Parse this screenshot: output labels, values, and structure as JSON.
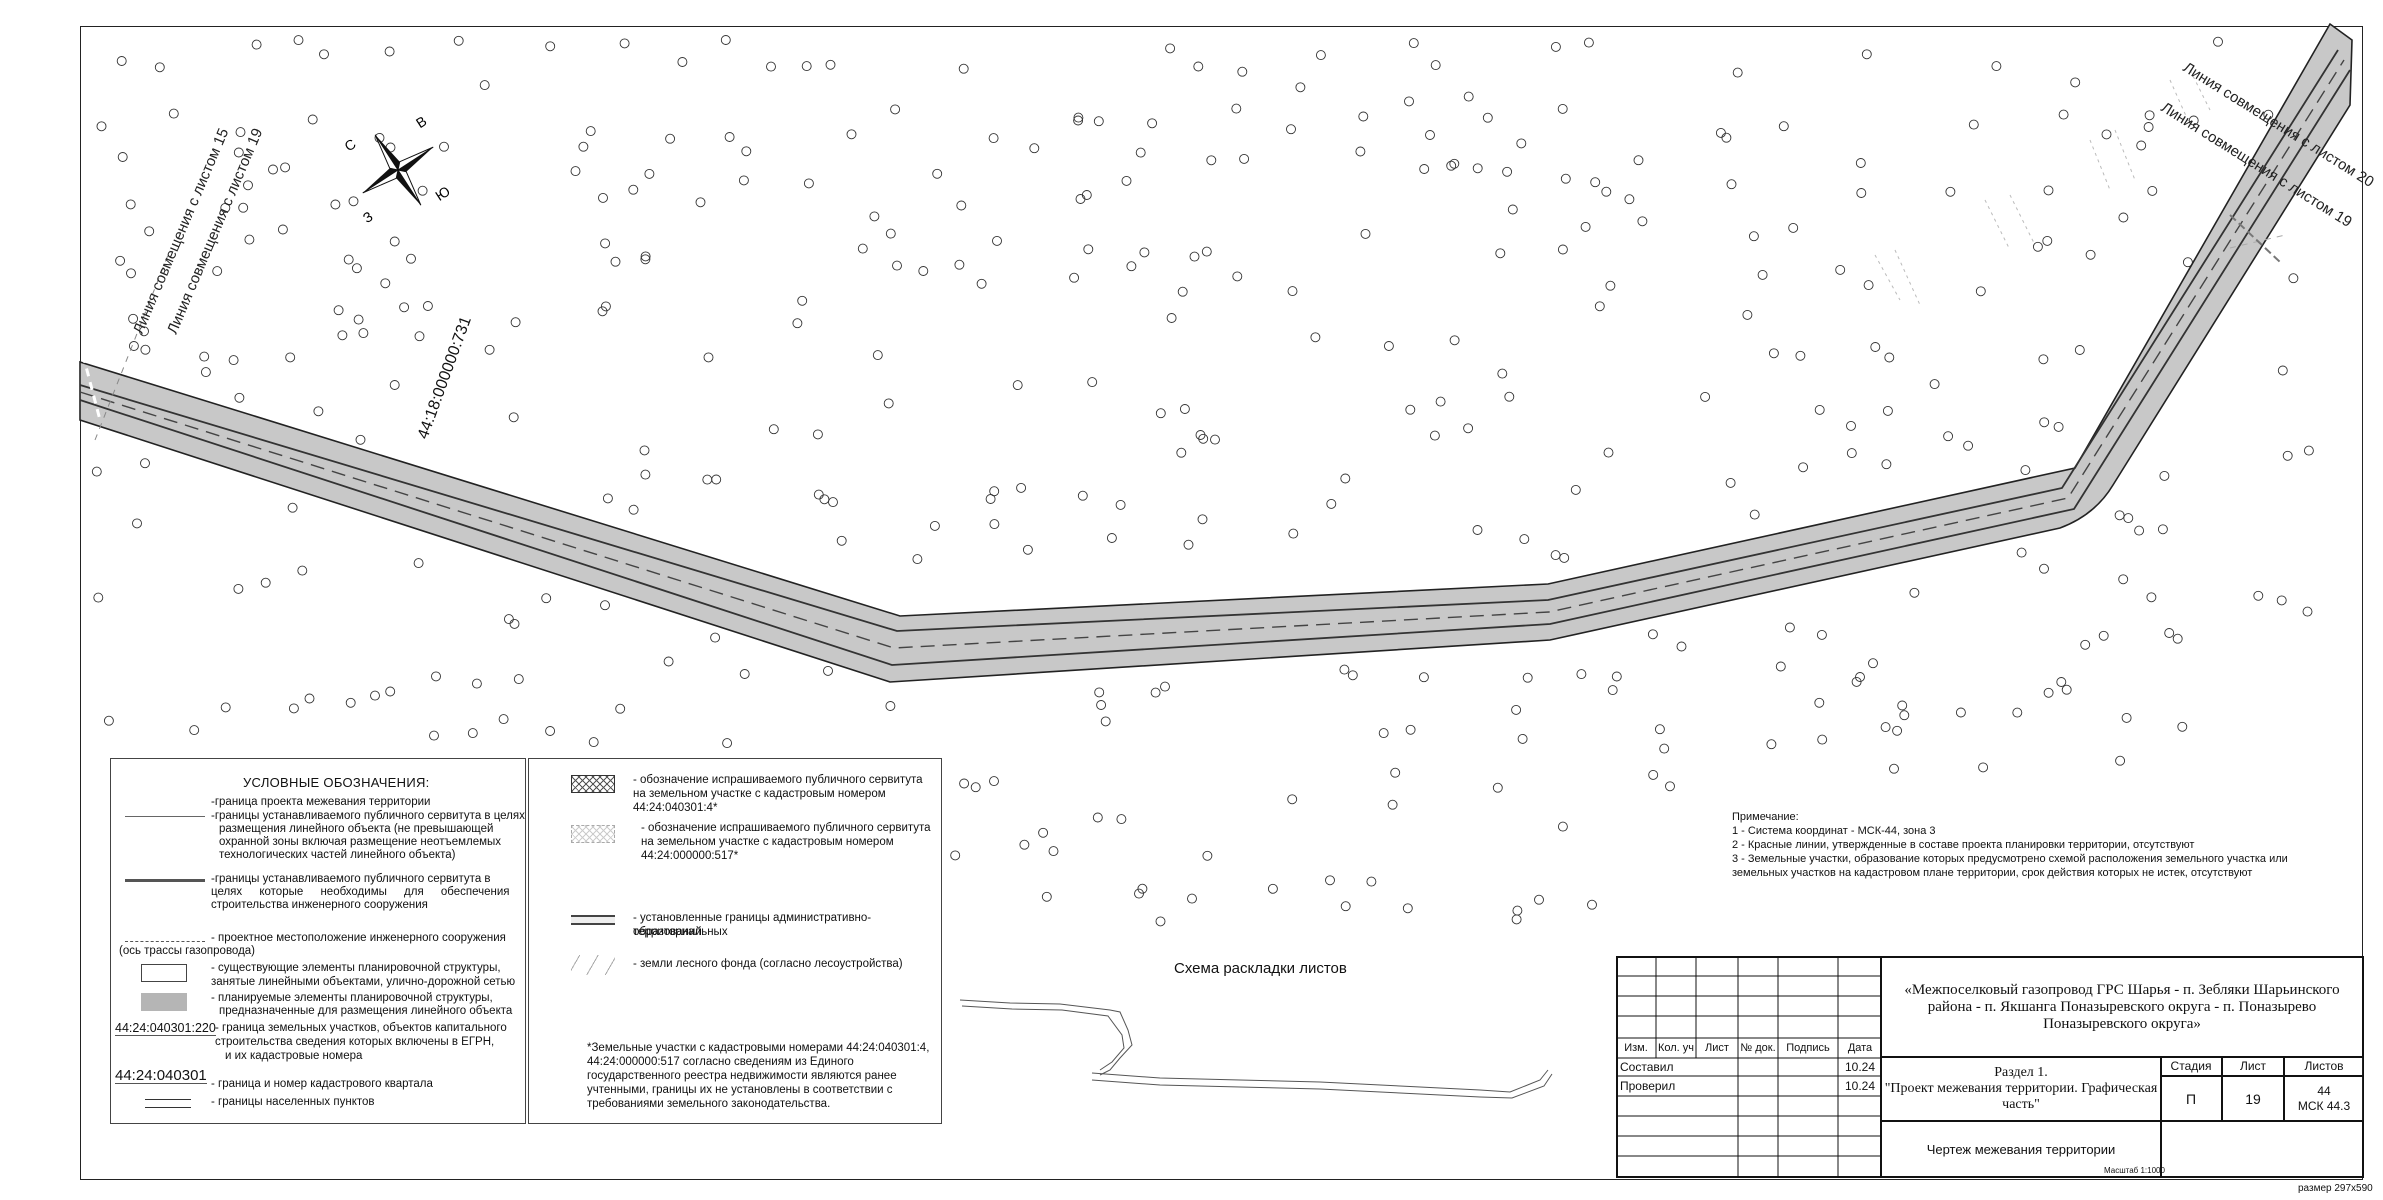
{
  "map": {
    "sheet_link_15": "Линия совмещения с листом 15",
    "sheet_link_19_left": "Линия совмещения с листом 19",
    "sheet_link_19_right": "Линия совмещения с листом 19",
    "sheet_link_20": "Линия совмещения с листом 20",
    "cadastral_label": "44:18:000000:731",
    "compass": {
      "north": "С",
      "east": "В",
      "south": "Ю",
      "west": "З"
    }
  },
  "legend": {
    "title": "УСЛОВНЫЕ ОБОЗНАЧЕНИЯ:",
    "items_left": [
      "-граница проекта межевания территории",
      "-границы устанавливаемого публичного сервитута в целях",
      "размещения линейного объекта (не превышающей",
      "охранной зоны включая размещение неотъемлемых",
      "технологических частей линейного объекта)",
      "-границы устанавливаемого публичного сервитута в",
      "целях которые необходимы для обеспечения",
      "строительства инженерного сооружения",
      "- проектное местоположение инженерного сооружения",
      "(ось трассы газопровода)",
      "- существующие элементы планировочной структуры,",
      "занятые линейными объектами, улично-дорожной сетью",
      "- планируемые элементы планировочной структуры,",
      "предназначенные для размещения линейного объекта",
      "- граница земельных участков, объектов капитального",
      "строительства сведения которых включены в ЕГРН,",
      "и их кадастровые номера",
      "- граница и номер кадастрового квартала",
      "- границы населенных пунктов"
    ],
    "parcel_number": "44:24:040301:220",
    "quarter_number": "44:24:040301",
    "items_right": [
      "- обозначение испрашиваемого публичного сервитута",
      "на земельном участке с кадастровым номером",
      "44:24:040301:4*",
      "- обозначение испрашиваемого публичного сервитута",
      "на земельном участке с кадастровым номером",
      "44:24:000000:517*",
      "- установленные границы административно-территориальных",
      "образований",
      "- земли лесного фонда (согласно лесоустройства)"
    ],
    "footnote": [
      "*Земельные участки с кадастровыми номерами 44:24:040301:4,",
      "44:24:000000:517 согласно сведениям из Единого",
      "государственного реестра недвижимости являются ранее",
      "учтенными, границы их не установлены в соответствии с",
      "требованиями земельного законодательства."
    ]
  },
  "notes": {
    "title": "Примечание:",
    "lines": [
      "1 - Система координат - МСК-44, зона 3",
      "2 - Красные линии, утвержденные в составе проекта планировки территории, отсутствуют",
      "3 - Земельные участки, образование которых предусмотрено схемой расположения земельного участка или",
      "земельных участков на кадастровом плане территории, срок действия которых не истек, отсутствуют"
    ]
  },
  "scheme": {
    "title": "Схема раскладки листов"
  },
  "stamp": {
    "project_title": "«Межпоселковый газопровод ГРС Шарья - п. Зебляки Шарьинского района - п. Якшанга Поназыревского округа - п. Поназырево Поназыревского округа»",
    "col_headers": [
      "Изм.",
      "Кол. уч",
      "Лист",
      "№ док.",
      "Подпись",
      "Дата"
    ],
    "rows": [
      {
        "role": "Составил",
        "date": "10.24"
      },
      {
        "role": "Проверил",
        "date": "10.24"
      }
    ],
    "section": "Раздел 1.\n\"Проект межевания территории. Графическая часть\"",
    "stage_label": "Стадия",
    "sheet_label": "Лист",
    "sheets_label": "Листов",
    "stage": "П",
    "sheet": "19",
    "sheets": "44",
    "crs": "МСК 44.3",
    "drawing_title": "Чертеж межевания территории",
    "scale": "Масштаб 1:1000"
  },
  "format_size": "размер 297х590"
}
